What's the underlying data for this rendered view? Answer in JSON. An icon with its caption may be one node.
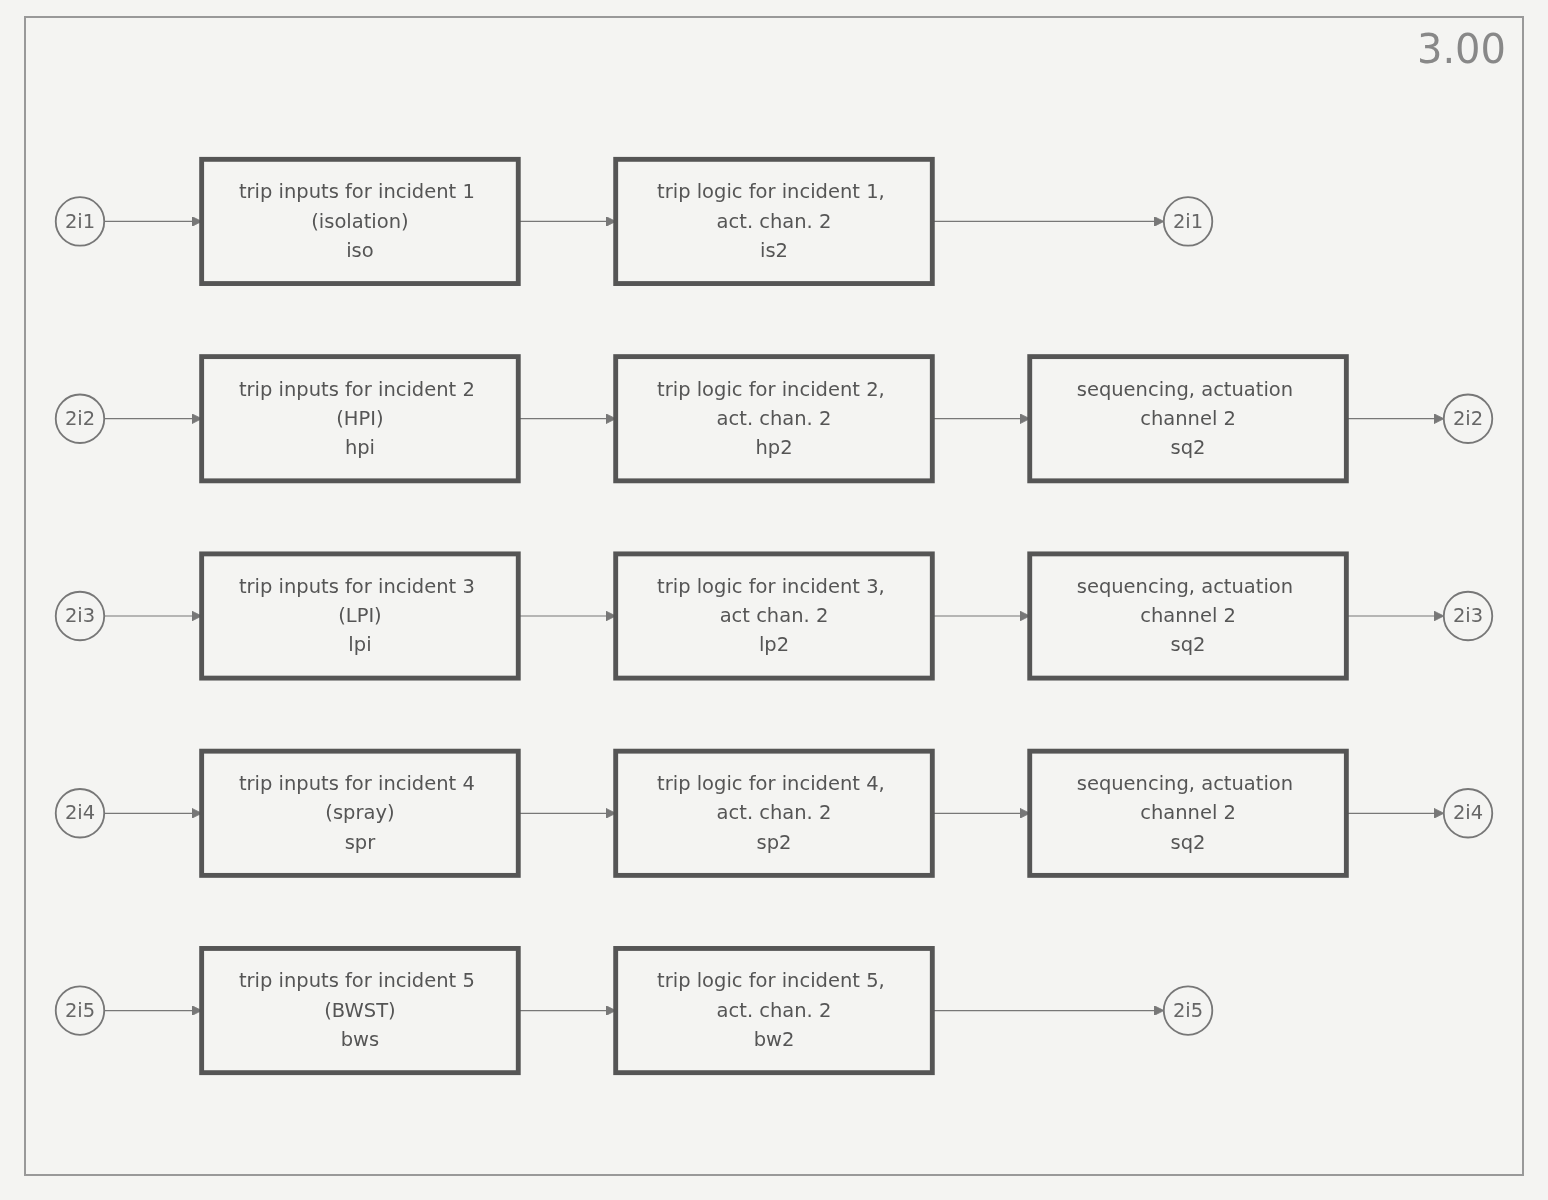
{
  "diagram": {
    "nodes": [
      {
        "text": [
          "2i1"
        ]
      },
      {
        "text": [
          "trip inputs for incident 1 (isolation)",
          "iso"
        ]
      },
      {
        "text": [
          "trip logic for incident 1, act. chan. 2",
          "is2"
        ]
      },
      {
        "text": [
          "2i1"
        ]
      },
      {
        "text": [
          "2i2"
        ]
      },
      {
        "text": [
          "trip inputs for incident 2 (HPI)",
          "hpi"
        ]
      },
      {
        "text": [
          "trip logic for incident 2, act. chan. 2",
          "hp2"
        ]
      },
      {
        "text": [
          "sequencing, actuation channel 2",
          "sq2"
        ]
      },
      {
        "text": [
          "2i2"
        ]
      },
      {
        "text": [
          "2i3"
        ]
      },
      {
        "text": [
          "trip inputs for incident 3 (LPI)",
          "lpi"
        ]
      },
      {
        "text": [
          "trip logic for incident 3, act chan. 2",
          "lp2"
        ]
      },
      {
        "text": [
          "sequencing, actuation channel 2",
          "sq2"
        ]
      },
      {
        "text": [
          "2i3"
        ]
      },
      {
        "text": [
          "2i4"
        ]
      },
      {
        "text": [
          "trip inputs for incident 4 (spray)",
          "spr"
        ]
      },
      {
        "text": [
          "trip logic for incident 4, act. chan. 2",
          "sp2"
        ]
      },
      {
        "text": [
          "sequencing, actuation channel 2",
          "sq2"
        ]
      },
      {
        "text": [
          "2i4"
        ]
      },
      {
        "text": [
          "2i5"
        ]
      },
      {
        "text": [
          "trip inputs for incident 5 (BWST)",
          "bws"
        ]
      },
      {
        "text": [
          "trip logic for incident 5, act. chan. 2",
          "bw2"
        ]
      },
      {
        "text": [
          "2i5"
        ]
      }
    ],
    "edges": [
      {
        "from": 0,
        "to": 1,
        "arrow": "to"
      },
      {
        "from": 1,
        "to": 2,
        "arrow": "to"
      },
      {
        "from": 2,
        "to": 3,
        "arrow": "to"
      },
      {
        "from": 4,
        "to": 5,
        "arrow": "to"
      },
      {
        "from": 5,
        "to": 6,
        "arrow": "to"
      },
      {
        "from": 6,
        "to": 7,
        "arrow": "to"
      },
      {
        "from": 7,
        "to": 8,
        "arrow": "to"
      },
      {
        "from": 9,
        "to": 10,
        "arrow": "to"
      },
      {
        "from": 10,
        "to": 11,
        "arrow": "to"
      },
      {
        "from": 11,
        "to": 12,
        "arrow": "to"
      },
      {
        "from": 12,
        "to": 13,
        "arrow": "to"
      },
      {
        "from": 14,
        "to": 15,
        "arrow": "to"
      },
      {
        "from": 15,
        "to": 16,
        "arrow": "to"
      },
      {
        "from": 16,
        "to": 17,
        "arrow": "to"
      },
      {
        "from": 17,
        "to": 18,
        "arrow": "to"
      },
      {
        "from": 19,
        "to": 20,
        "arrow": "to"
      },
      {
        "from": 20,
        "to": 21,
        "arrow": "to"
      },
      {
        "from": 21,
        "to": 22,
        "arrow": "to"
      }
    ],
    "labels": [
      "3.00"
    ]
  }
}
